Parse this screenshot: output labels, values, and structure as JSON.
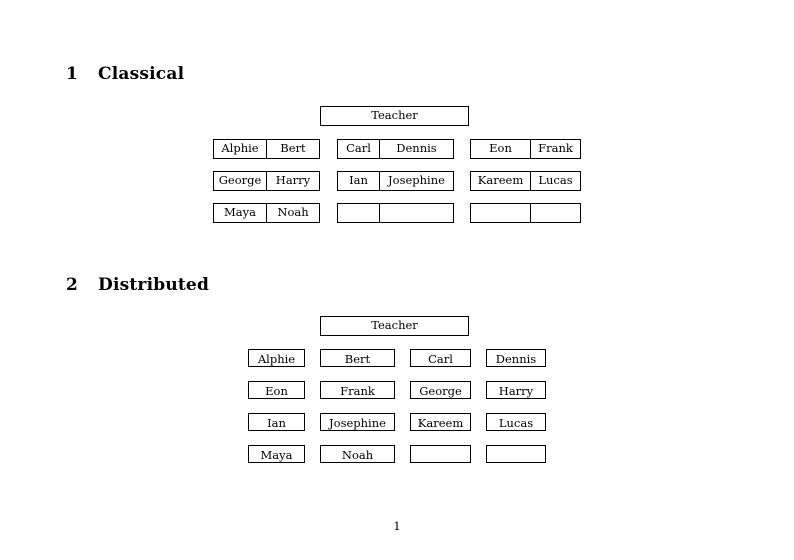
{
  "document": {
    "page_number": "1",
    "sections": [
      {
        "number": "1",
        "title": "Classical",
        "teacher_label": "Teacher",
        "groups": [
          {
            "name": "group-1",
            "rows": [
              {
                "cells": [
                  "Alphie",
                  "Bert"
                ]
              },
              {
                "cells": [
                  "George",
                  "Harry"
                ]
              },
              {
                "cells": [
                  "Maya",
                  "Noah"
                ]
              }
            ]
          },
          {
            "name": "group-2",
            "rows": [
              {
                "cells": [
                  "Carl",
                  "Dennis"
                ]
              },
              {
                "cells": [
                  "Ian",
                  "Josephine"
                ]
              },
              {
                "cells": [
                  "",
                  ""
                ]
              }
            ]
          },
          {
            "name": "group-3",
            "rows": [
              {
                "cells": [
                  "Eon",
                  "Frank"
                ]
              },
              {
                "cells": [
                  "Kareem",
                  "Lucas"
                ]
              },
              {
                "cells": [
                  "",
                  ""
                ]
              }
            ]
          }
        ]
      },
      {
        "number": "2",
        "title": "Distributed",
        "teacher_label": "Teacher",
        "grid": [
          [
            "Alphie",
            "Bert",
            "Carl",
            "Dennis"
          ],
          [
            "Eon",
            "Frank",
            "George",
            "Harry"
          ],
          [
            "Ian",
            "Josephine",
            "Kareem",
            "Lucas"
          ],
          [
            "Maya",
            "Noah",
            "",
            ""
          ]
        ]
      }
    ]
  }
}
